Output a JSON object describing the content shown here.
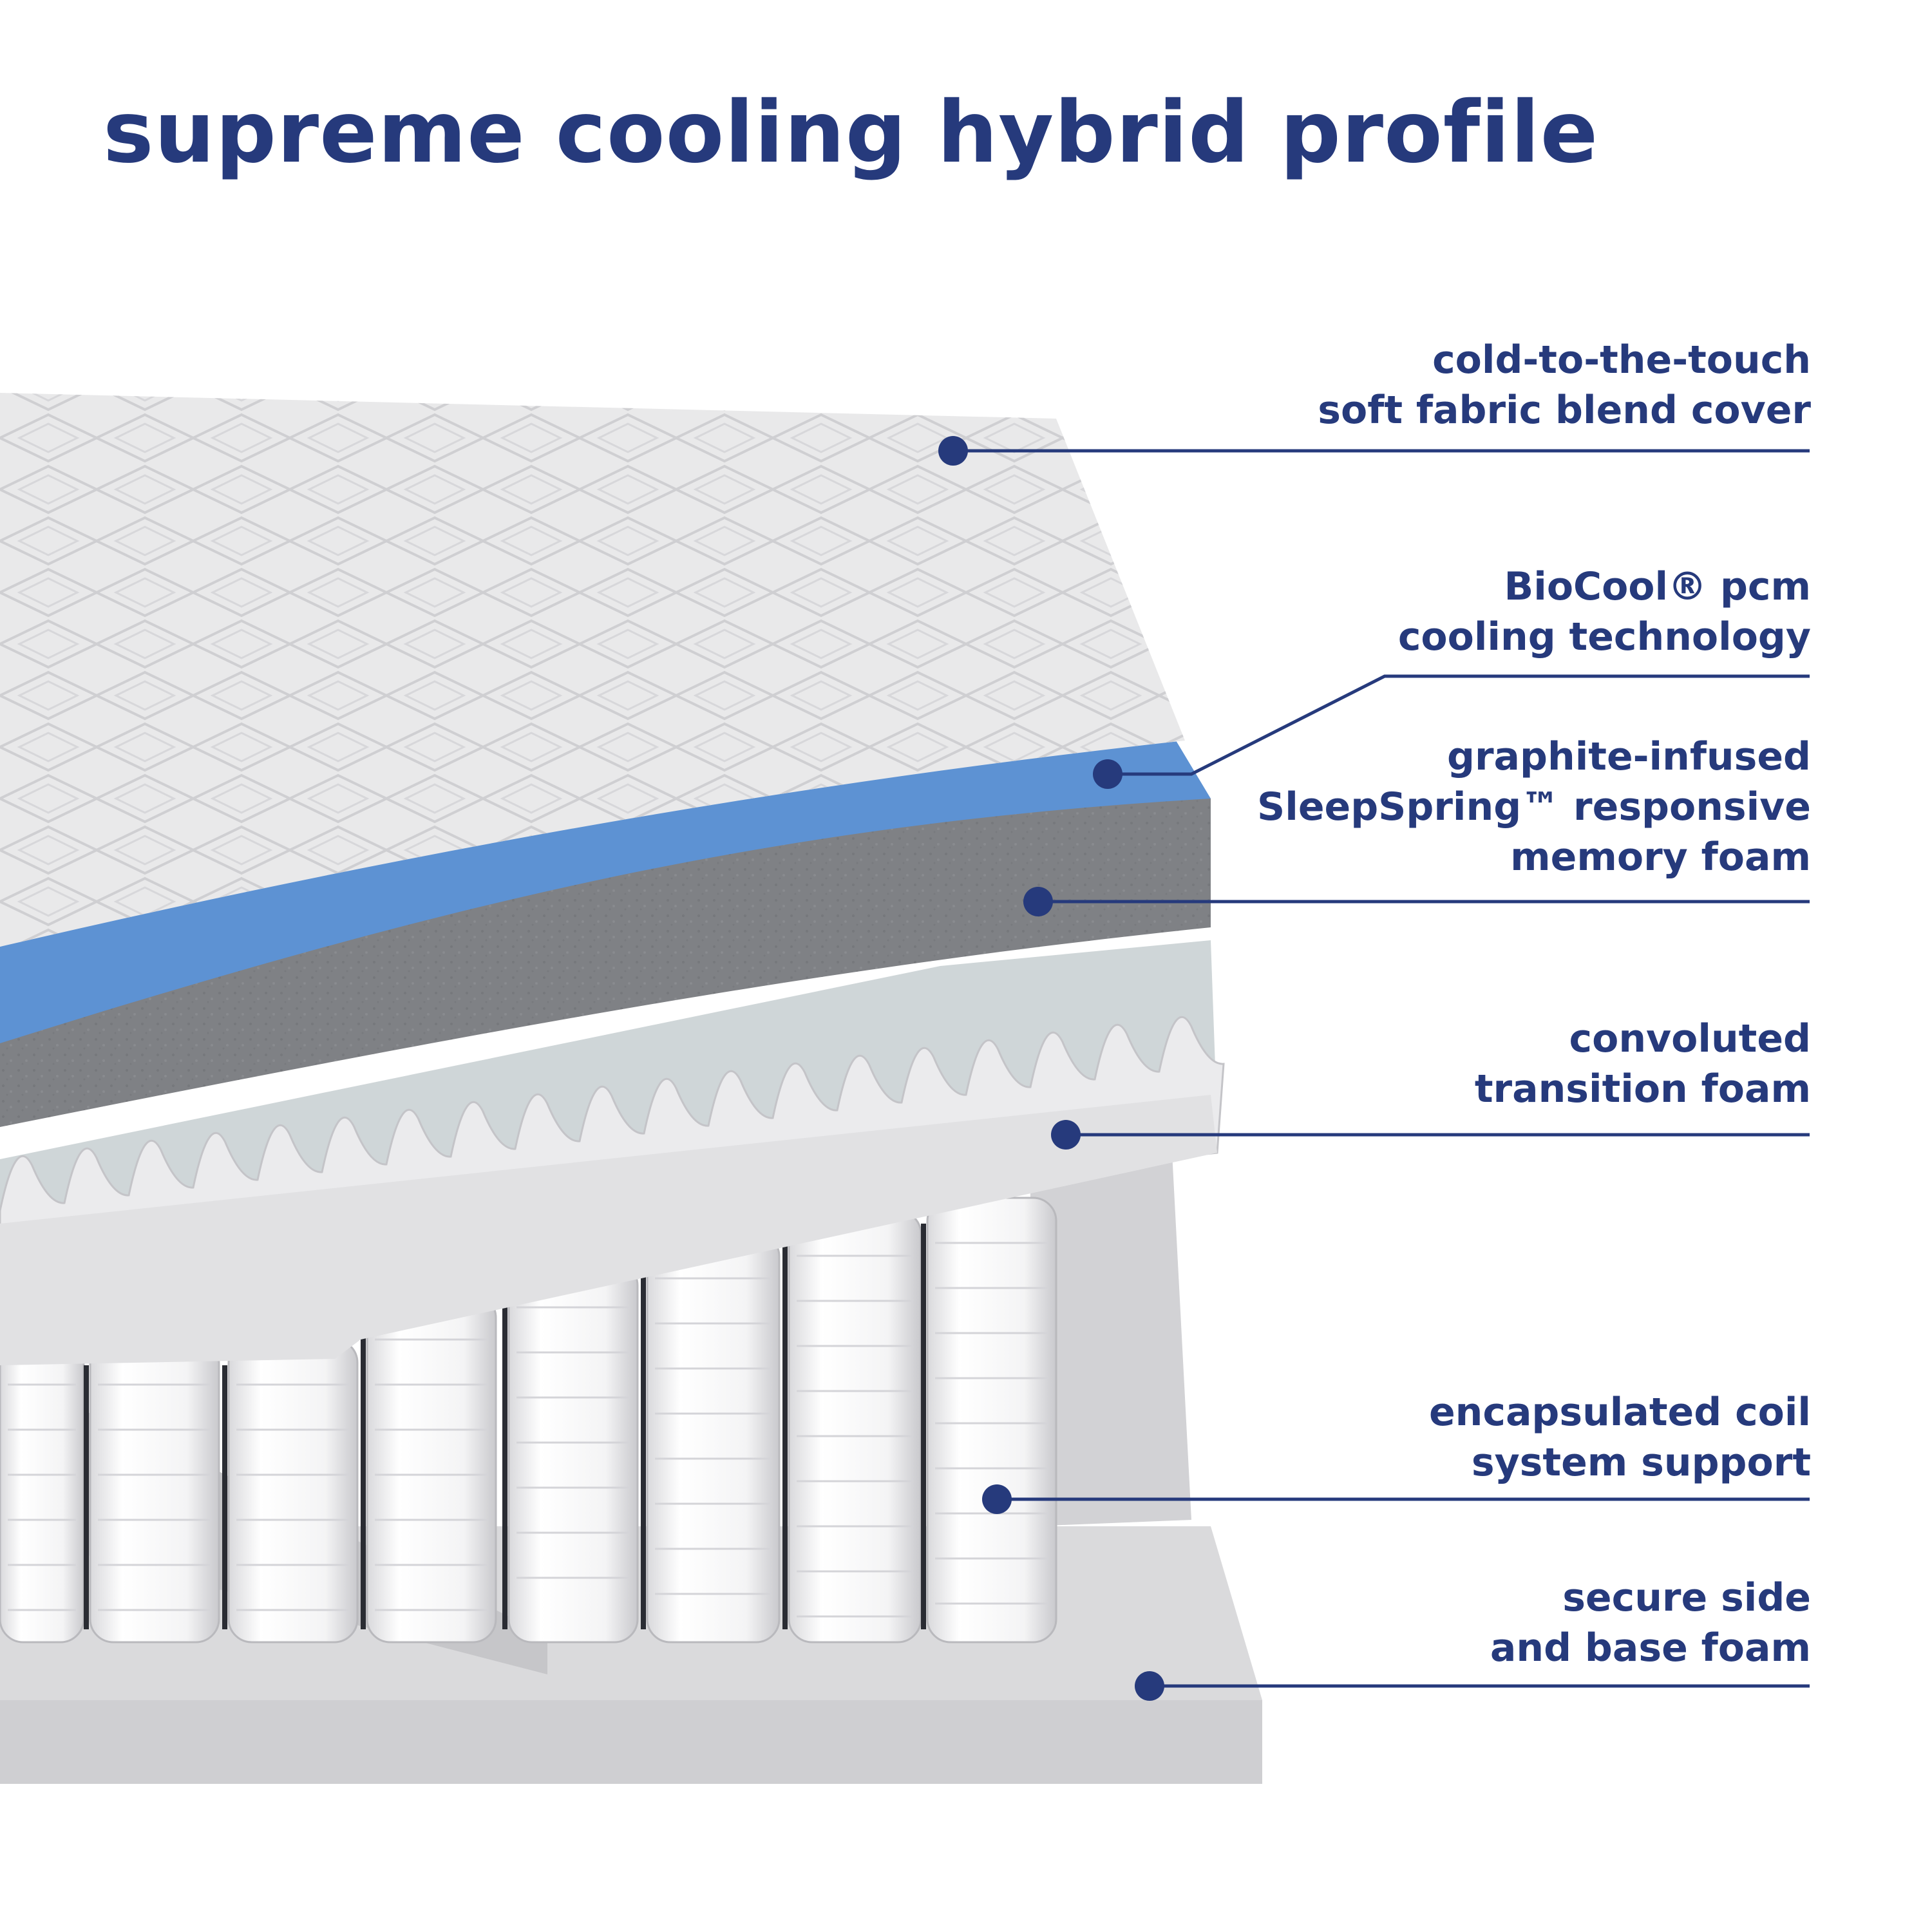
{
  "title": "supreme cooling hybrid profile",
  "colors": {
    "navy": "#263a7c",
    "cover": "#e9e9ea",
    "cooling_layer": "#5d92d3",
    "memory_foam": "#7f8185",
    "transition_foam": "#e1e1e3",
    "coil": "#f5f5f6",
    "base_foam": "#dadadc"
  },
  "callouts": [
    {
      "id": "cover",
      "lines": [
        "cold-to-the-touch",
        "soft fabric blend cover"
      ]
    },
    {
      "id": "cooling",
      "lines": [
        "BioCool® pcm",
        "cooling technology"
      ]
    },
    {
      "id": "memory-foam",
      "lines": [
        "graphite-infused",
        "SleepSpring™ responsive",
        "memory foam"
      ]
    },
    {
      "id": "transition-foam",
      "lines": [
        "convoluted",
        "transition foam"
      ]
    },
    {
      "id": "coils",
      "lines": [
        "encapsulated coil",
        "system support"
      ]
    },
    {
      "id": "base-foam",
      "lines": [
        "secure side",
        "and base foam"
      ]
    }
  ]
}
